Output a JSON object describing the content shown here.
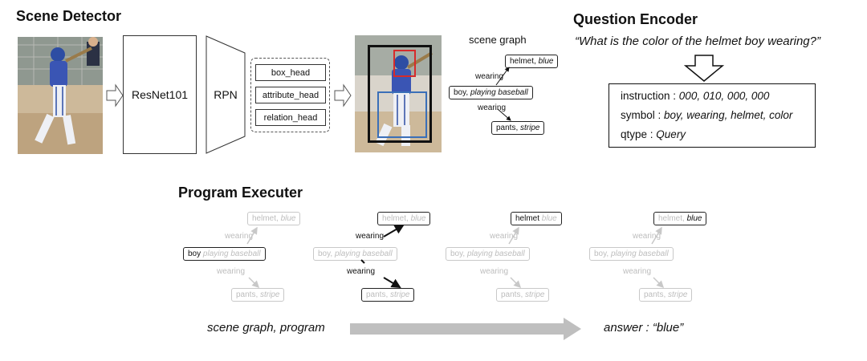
{
  "scene_detector": {
    "title": "Scene Detector",
    "backbone": "ResNet101",
    "rpn": "RPN",
    "heads": [
      "box_head",
      "attribute_head",
      "relation_head"
    ]
  },
  "scene_graph_label": "scene graph",
  "scene_graph": {
    "helmet": {
      "name": "helmet,",
      "attr": "blue"
    },
    "boy": {
      "name": "boy,",
      "attr": "playing baseball"
    },
    "pants": {
      "name": "pants,",
      "attr": "stripe"
    },
    "edge1": "wearing",
    "edge2": "wearing"
  },
  "question_encoder": {
    "title": "Question Encoder",
    "question": "“What is the color of the helmet boy wearing?”",
    "instruction_label": "instruction :",
    "instruction_value": "000, 010, 000, 000",
    "symbol_label": "symbol :",
    "symbol_value": "boy, wearing, helmet, color",
    "qtype_label": "qtype :",
    "qtype_value": "Query"
  },
  "program_executer": {
    "title": "Program Executer",
    "steps": [
      {
        "helmet_name": "helmet,",
        "helmet_attr": "blue",
        "edge1": "wearing",
        "boy_name": "boy",
        "boy_attr": "playing baseball",
        "edge2": "wearing",
        "pants_name": "pants,",
        "pants_attr": "stripe"
      },
      {
        "helmet_name": "helmet,",
        "helmet_attr": "blue",
        "edge1": "wearing",
        "boy_name": "boy,",
        "boy_attr": "playing baseball",
        "edge2": "wearing",
        "pants_name": "pants,",
        "pants_attr": "stripe"
      },
      {
        "helmet_name": "helmet",
        "helmet_attr": "blue",
        "edge1": "wearing",
        "boy_name": "boy,",
        "boy_attr": "playing baseball",
        "edge2": "wearing",
        "pants_name": "pants,",
        "pants_attr": "stripe"
      },
      {
        "helmet_name": "helmet,",
        "helmet_attr": "blue",
        "edge1": "wearing",
        "boy_name": "boy,",
        "boy_attr": "playing baseball",
        "edge2": "wearing",
        "pants_name": "pants,",
        "pants_attr": "stripe"
      }
    ],
    "input_label": "scene graph, program",
    "answer_label": "answer : “blue”"
  },
  "colors": {
    "helmet_box": "#d62b2b",
    "pants_box": "#3a6fb8",
    "faded": "#bdbdbd",
    "arrow_grey": "#bfbfbf"
  }
}
